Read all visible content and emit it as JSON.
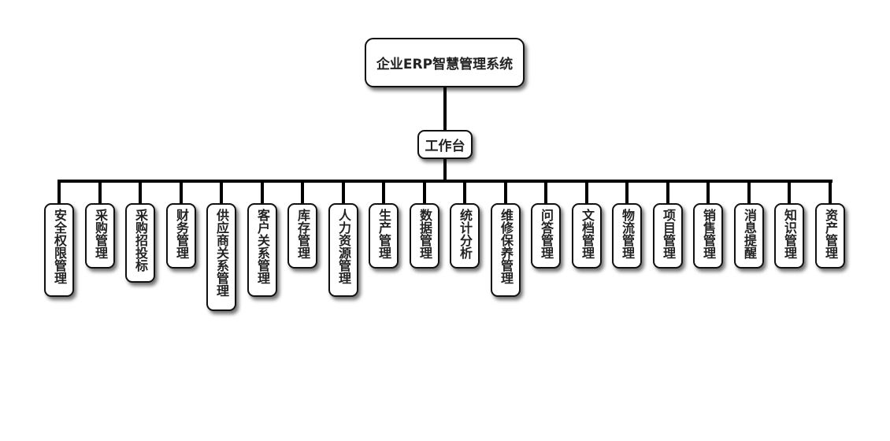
{
  "root": {
    "label": "企业ERP智慧管理系统"
  },
  "hub": {
    "label": "工作台"
  },
  "modules": [
    {
      "label": "安全权限管理"
    },
    {
      "label": "采购管理"
    },
    {
      "label": "采购招投标"
    },
    {
      "label": "财务管理"
    },
    {
      "label": "供应商关系管理"
    },
    {
      "label": "客户关系管理"
    },
    {
      "label": "库存管理"
    },
    {
      "label": "人力资源管理"
    },
    {
      "label": "生产管理"
    },
    {
      "label": "数据管理"
    },
    {
      "label": "统计分析"
    },
    {
      "label": "维修保养管理"
    },
    {
      "label": "问答管理"
    },
    {
      "label": "文档管理"
    },
    {
      "label": "物流管理"
    },
    {
      "label": "项目管理"
    },
    {
      "label": "销售管理"
    },
    {
      "label": "消息提醒"
    },
    {
      "label": "知识管理"
    },
    {
      "label": "资产管理"
    }
  ]
}
